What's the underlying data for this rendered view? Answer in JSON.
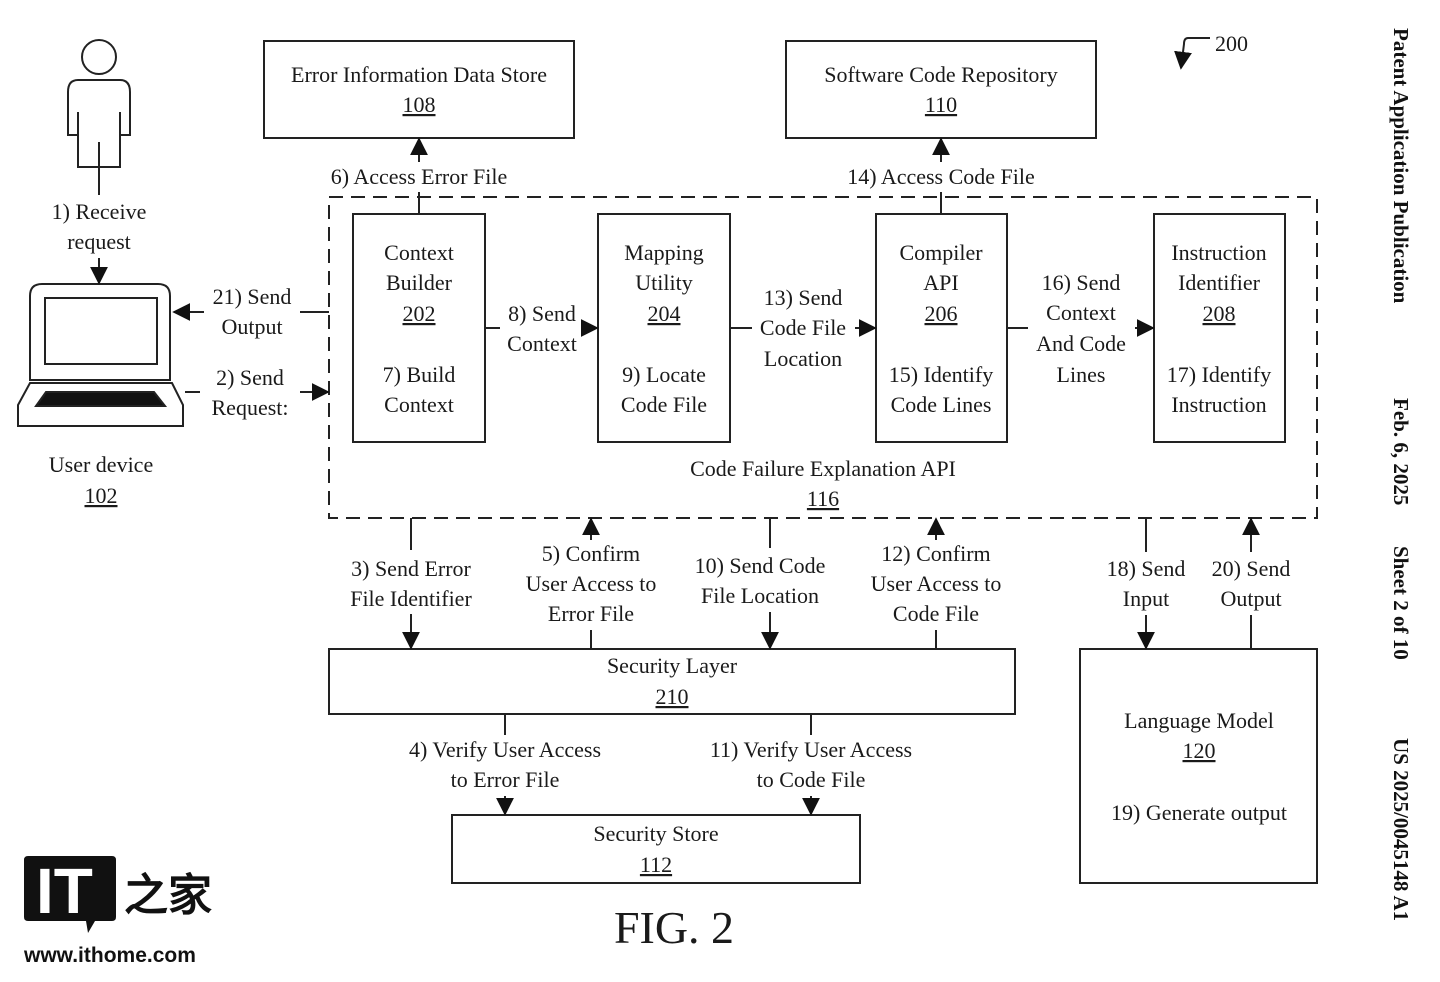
{
  "figure": {
    "reference_number": "200",
    "caption": "FIG. 2"
  },
  "header_side": {
    "publication": "Patent Application Publication",
    "date": "Feb. 6, 2025",
    "sheet": "Sheet 2 of 10",
    "number": "US 2025/0045148 A1"
  },
  "watermark": {
    "logo_text": "IT",
    "logo_cn": "之家",
    "url": "www.ithome.com"
  },
  "user": {
    "device_label": "User device",
    "device_ref": "102"
  },
  "boxes": {
    "error_store": {
      "title": "Error Information Data Store",
      "ref": "108"
    },
    "code_repo": {
      "title": "Software Code Repository",
      "ref": "110"
    },
    "cfe_api": {
      "title": "Code Failure Explanation API",
      "ref": "116"
    },
    "context_builder": {
      "line1": "Context",
      "line2": "Builder",
      "ref": "202",
      "step1": "7) Build",
      "step2": "Context"
    },
    "mapping_utility": {
      "line1": "Mapping",
      "line2": "Utility",
      "ref": "204",
      "step1": "9) Locate",
      "step2": "Code File"
    },
    "compiler_api": {
      "line1": "Compiler",
      "line2": "API",
      "ref": "206",
      "step1": "15) Identify",
      "step2": "Code Lines"
    },
    "instruction_identifier": {
      "line1": "Instruction",
      "line2": "Identifier",
      "ref": "208",
      "step1": "17) Identify",
      "step2": "Instruction"
    },
    "security_layer": {
      "title": "Security Layer",
      "ref": "210"
    },
    "security_store": {
      "title": "Security Store",
      "ref": "112"
    },
    "language_model": {
      "title": "Language Model",
      "ref": "120",
      "step": "19) Generate output"
    }
  },
  "steps": {
    "s1": [
      "1) Receive",
      "request"
    ],
    "s2": [
      "2) Send",
      "Request:"
    ],
    "s3": [
      "3) Send Error",
      "File Identifier"
    ],
    "s4": [
      "4) Verify User Access",
      "to Error File"
    ],
    "s5": [
      "5) Confirm",
      "User Access to",
      "Error File"
    ],
    "s6": [
      "6) Access Error File"
    ],
    "s8": [
      "8) Send",
      "Context"
    ],
    "s10": [
      "10) Send Code",
      "File Location"
    ],
    "s11": [
      "11) Verify User Access",
      "to Code File"
    ],
    "s12": [
      "12) Confirm",
      "User Access to",
      "Code File"
    ],
    "s13": [
      "13) Send",
      "Code File",
      "Location"
    ],
    "s14": [
      "14) Access Code File"
    ],
    "s16": [
      "16) Send",
      "Context",
      "And Code",
      "Lines"
    ],
    "s18": [
      "18) Send",
      "Input"
    ],
    "s20": [
      "20) Send",
      "Output"
    ],
    "s21": [
      "21) Send",
      "Output"
    ]
  }
}
